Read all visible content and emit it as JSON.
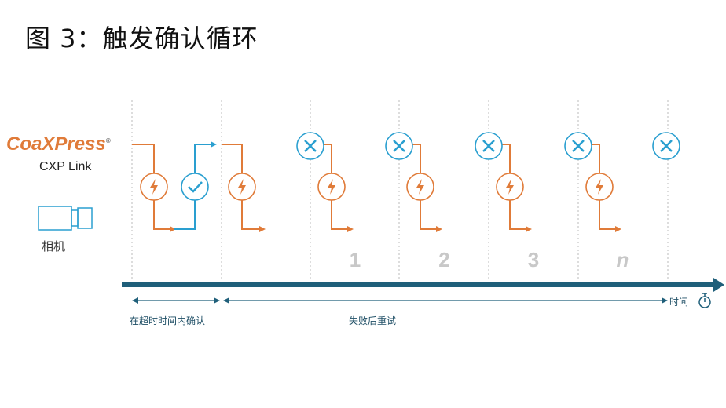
{
  "title": "图 3：触发确认循环",
  "logo": {
    "text": "CoaXPress",
    "mark": "®"
  },
  "link_label": "CXP Link",
  "camera_label": "相机",
  "retry_numbers": [
    "1",
    "2",
    "3",
    "n"
  ],
  "spans": {
    "confirm": "在超时时间内确认",
    "retry": "失败后重试"
  },
  "time_label": "时间",
  "colors": {
    "trigger": "#e07b39",
    "ack": "#2a9fd0",
    "axis": "#1f5f7a",
    "number": "#c8c8c8"
  }
}
